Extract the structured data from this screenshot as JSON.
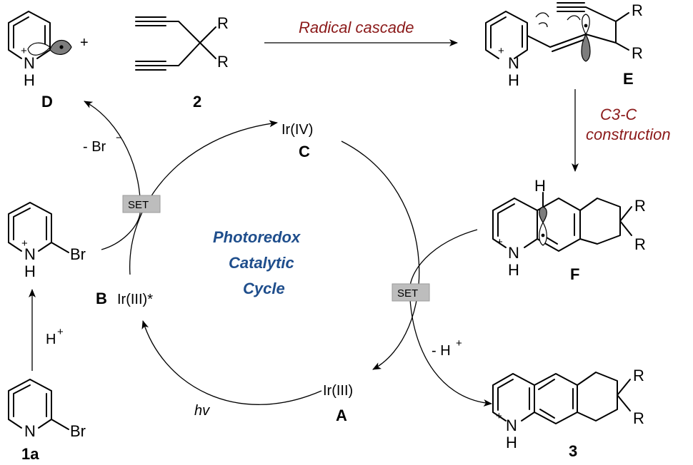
{
  "compounds": {
    "D": "D",
    "two": "2",
    "E": "E",
    "F": "F",
    "three": "3",
    "one_a": "1a",
    "B": "B",
    "A": "A",
    "C": "C"
  },
  "atoms": {
    "N": "N",
    "H": "H",
    "R": "R",
    "Br": "Br",
    "plus": "+"
  },
  "arrow_labels": {
    "radical_cascade": "Radical cascade",
    "c3c_line1": "C3-C",
    "c3c_line2": "construction",
    "minus_br": "- Br",
    "minus_sign": "−",
    "minus_h": "- H",
    "h_plus": "H",
    "hv": "hv",
    "plus_sign": "+"
  },
  "catalyst_states": {
    "ir_iv": "Ir(IV)",
    "ir_iii_star": "Ir(III)*",
    "ir_iii": "Ir(III)"
  },
  "set_labels": {
    "left": "SET",
    "right": "SET"
  },
  "cycle_title": {
    "line1": "Photoredox",
    "line2": "Catalytic",
    "line3": "Cycle"
  },
  "colors": {
    "red_label": "#8b1a1a",
    "blue_title": "#1f4e8c",
    "set_box": "#bdbdbd",
    "orbital_fill": "#7d7d7d"
  }
}
